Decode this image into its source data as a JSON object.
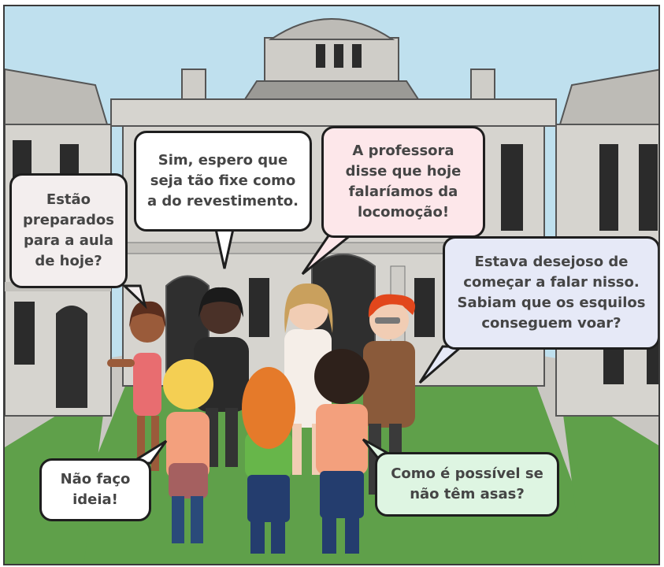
{
  "scene": {
    "setting": "campus-courtyard",
    "colors": {
      "sky": "#bfe0ee",
      "building": "#d6d4cf",
      "roof": "#9b9a96",
      "window": "#2b2b2b",
      "grass": "#5fa04a",
      "path": "#c9c7c2"
    }
  },
  "bubbles": [
    {
      "id": "girl-left",
      "text": "Estão\npreparados\npara a aula\nde hoje?",
      "color": "#f3eeee"
    },
    {
      "id": "boy-black",
      "text": "Sim, espero que\nseja tão fixe como\na do revestimento.",
      "color": "#ffffff"
    },
    {
      "id": "teacher",
      "text": "A professora\ndisse que hoje\nfalaríamos da\nlocomoção!",
      "color": "#fde7ea"
    },
    {
      "id": "boy-red",
      "text": "Estava desejoso de\ncomeçar a falar nisso.\nSabiam que os esquilos\nconseguem voar?",
      "color": "#e6e9f7"
    },
    {
      "id": "blonde",
      "text": "Não faço\nideia!",
      "color": "#ffffff"
    },
    {
      "id": "curly",
      "text": "Como é possível se\nnão têm asas?",
      "color": "#def5e2"
    }
  ],
  "characters": [
    {
      "id": "girl-left",
      "hair": "#5a2e1e",
      "skin": "#9a5b3a",
      "top": "#e86d70",
      "bottom": "#e86d70"
    },
    {
      "id": "boy-black",
      "hair": "#1b1b1b",
      "skin": "#4a3128",
      "top": "#2a2a2a",
      "bottom": "#333333"
    },
    {
      "id": "teacher",
      "hair": "#c9a05d",
      "skin": "#f1cdb4",
      "top": "#f5eee8",
      "bottom": "#f5eee8"
    },
    {
      "id": "boy-red",
      "hair": "#e2471c",
      "skin": "#f1cdb4",
      "top": "#8a5a3a",
      "bottom": "#3a3a3a"
    },
    {
      "id": "blonde",
      "hair": "#f4cf53",
      "skin": "#f1cdb4",
      "top": "#f3a07d",
      "bottom": "#a56060"
    },
    {
      "id": "redhead",
      "hair": "#e57a2a",
      "skin": "#f1cdb4",
      "top": "#67b64a",
      "bottom": "#243d6e"
    },
    {
      "id": "curly",
      "hair": "#2e211b",
      "skin": "#7a4d33",
      "top": "#f3a07d",
      "bottom": "#243d6e"
    }
  ]
}
